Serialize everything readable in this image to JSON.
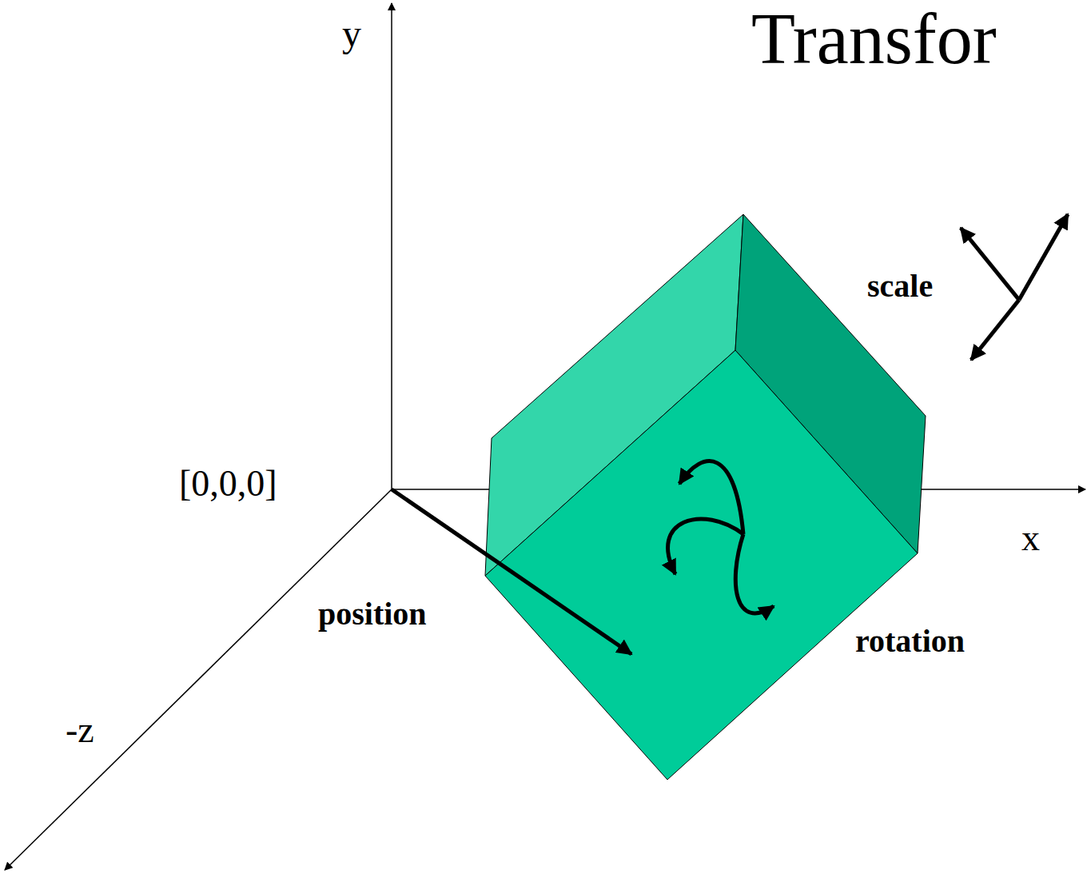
{
  "diagram": {
    "title": "Transfor",
    "labels": [
      "y",
      "[0,0,0]",
      "x",
      "-z",
      "position",
      "rotation",
      "scale"
    ]
  }
}
